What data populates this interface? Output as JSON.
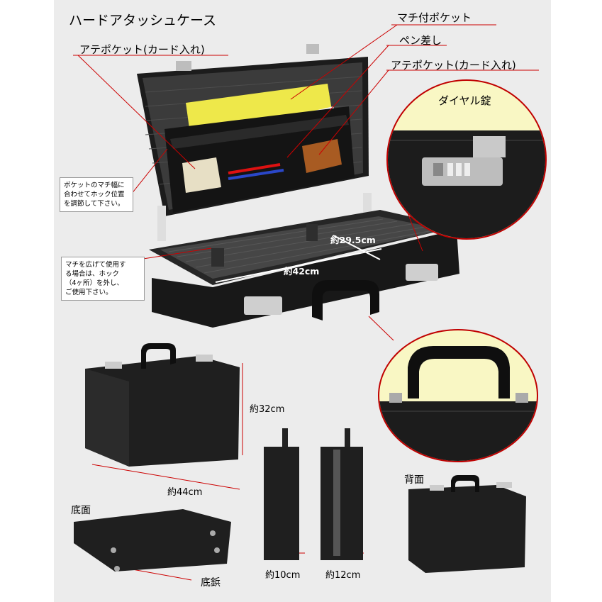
{
  "title": "ハードアタッシュケース",
  "labels": {
    "gusset_pocket": "マチ付ポケット",
    "pen_holder": "ペン差し",
    "front_pocket_card_left": "アテポケット(カード入れ)",
    "front_pocket_card_right": "アテポケット(カード入れ)",
    "dial_lock": "ダイヤル錠"
  },
  "notes": {
    "hook_adjust": [
      "ポケットのマチ幅に",
      "合わせてホック位置",
      "を調節して下さい。"
    ],
    "expand_gusset": [
      "マチを広げて使用す",
      "る場合は、ホック",
      "（4ヶ所）を外し、",
      "ご使用下さい。"
    ]
  },
  "dimensions": {
    "inner_depth": "約29.5cm",
    "inner_width": "約42cm",
    "height": "約32cm",
    "width": "約44cm",
    "side_depth_closed": "約10cm",
    "side_depth_open": "約12cm"
  },
  "views": {
    "back": "背面",
    "bottom": "底面",
    "bottom_feet": "底鋲"
  },
  "colors": {
    "accent_line": "#cc0000",
    "callout_fill": "#f9f7c4",
    "case_body": "#1b1b1b",
    "panel_bg": "#ececec"
  }
}
